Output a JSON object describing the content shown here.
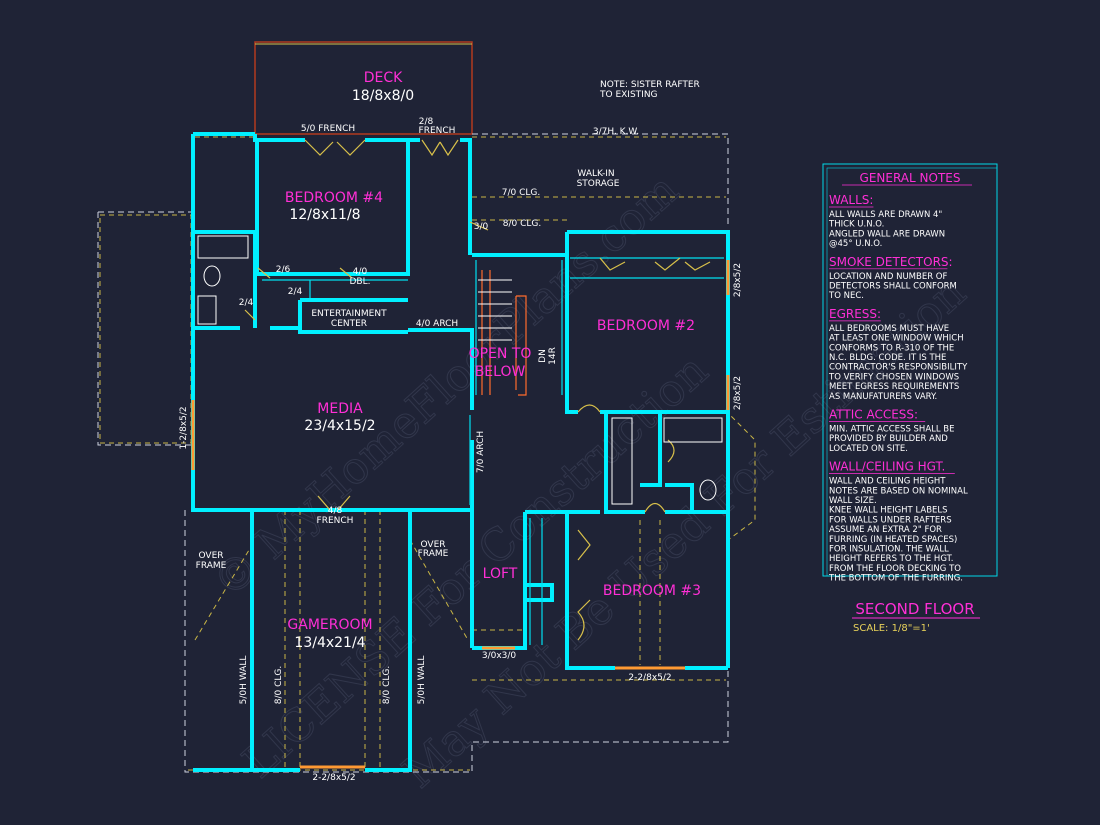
{
  "rooms": {
    "deck": {
      "name": "DECK",
      "dim": "18/8x8/0"
    },
    "bedroom4": {
      "name": "BEDROOM #4",
      "dim": "12/8x11/8"
    },
    "media": {
      "name": "MEDIA",
      "dim": "23/4x15/2"
    },
    "gameroom": {
      "name": "GAMEROOM",
      "dim": "13/4x21/4"
    },
    "bedroom2": {
      "name": "BEDROOM #2"
    },
    "bedroom3": {
      "name": "BEDROOM #3"
    },
    "loft": {
      "name": "LOFT"
    },
    "open_below_1": "OPEN TO",
    "open_below_2": "BELOW"
  },
  "labels": {
    "french_50": "5/0 FRENCH",
    "french_28_a": "2/8",
    "french_28_b": "FRENCH",
    "kw": "3/7H. K.W.",
    "walkin_1": "WALK-IN",
    "walkin_2": "STORAGE",
    "clg_70": "7/0 CLG.",
    "clg_80": "8/0 CLG.",
    "d_30": "3/0",
    "d_26": "2/6",
    "d_40": "4/0",
    "dbl": "DBL.",
    "d_24a": "2/4",
    "d_24b": "2/4",
    "ent_1": "ENTERTAINMENT",
    "ent_2": "CENTER",
    "arch_40": "4/0 ARCH",
    "arch_70": "7/0 ARCH",
    "dn": "DN",
    "r14": "14R",
    "win_left": "1-2/8x5/2",
    "win_b2_top": "2/8x5/2",
    "win_b2_bot": "2/8x5/2",
    "french_48_a": "4/8",
    "french_48_b": "FRENCH",
    "over_frame_l1": "OVER",
    "over_frame_l2": "FRAME",
    "over_frame_r1": "OVER",
    "over_frame_r2": "FRAME",
    "wall_50_l": "5/0H WALL",
    "clg_80_l": "8/0 CLG.",
    "clg_80_r": "8/0 CLG.",
    "wall_50_r": "5/0H WALL",
    "win_game": "2-2/8x5/2",
    "win_loft": "3/0x3/0",
    "win_b3": "2-2/8x5/2",
    "note_1": "NOTE: SISTER RAFTER",
    "note_2": "TO EXISTING"
  },
  "general_notes": {
    "title": "GENERAL NOTES",
    "sections": [
      {
        "heading": "WALLS:",
        "lines": [
          "ALL WALLS ARE DRAWN 4\"",
          "THICK U.N.O.",
          "ANGLED WALL ARE DRAWN",
          "@45° U.N.O."
        ]
      },
      {
        "heading": "SMOKE DETECTORS:",
        "lines": [
          "LOCATION AND NUMBER OF",
          "DETECTORS SHALL CONFORM",
          "TO NEC."
        ]
      },
      {
        "heading": "EGRESS:",
        "lines": [
          "ALL BEDROOMS MUST HAVE",
          "AT LEAST ONE WINDOW WHICH",
          "CONFORMS TO R-310 OF THE",
          "N.C. BLDG. CODE. IT IS THE",
          "CONTRACTOR'S RESPONSIBILITY",
          "TO VERIFY CHOSEN WINDOWS",
          "MEET EGRESS REQUIREMENTS",
          "AS MANUFATURERS VARY."
        ]
      },
      {
        "heading": "ATTIC ACCESS:",
        "lines": [
          "MIN. ATTIC ACCESS SHALL BE",
          "PROVIDED BY BUILDER AND",
          "LOCATED ON SITE."
        ]
      },
      {
        "heading": "WALL/CEILING HGT.",
        "lines": [
          "WALL AND CEILING HEIGHT",
          "NOTES ARE BASED ON NOMINAL",
          "WALL SIZE.",
          "KNEE WALL HEIGHT LABELS",
          "FOR WALLS UNDER RAFTERS",
          "ASSUME AN EXTRA 2\" FOR",
          "FURRING (IN HEATED SPACES)",
          "FOR INSULATION. THE WALL",
          "HEIGHT REFERS TO THE HGT.",
          "FROM THE FLOOR DECKING TO",
          "THE BOTTOM OF THE FURRING."
        ]
      }
    ]
  },
  "title_block": {
    "title": "SECOND FLOOR",
    "scale": "SCALE: 1/8\"=1'"
  },
  "watermark": [
    "© MyHomeFloorPlans.com",
    "LICENSE For Construction",
    "May Not Be Used For Estimation"
  ],
  "colors": {
    "background": "#1f2336",
    "walls": "#00f0ff",
    "room_labels": "#ff2fd6",
    "hidden_lines": "#c9b646",
    "windows": "#ff9a33"
  }
}
